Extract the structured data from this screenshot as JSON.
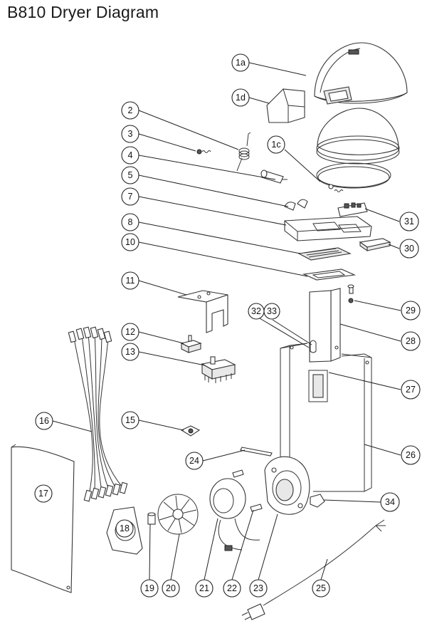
{
  "title": "B810 Dryer Diagram",
  "callouts": [
    {
      "id": "1a",
      "label": "1a",
      "part": "dome-cover"
    },
    {
      "id": "1d",
      "label": "1d",
      "part": "vent-hood"
    },
    {
      "id": "2",
      "label": "2",
      "part": "torsion-spring"
    },
    {
      "id": "3",
      "label": "3",
      "part": "screw"
    },
    {
      "id": "4",
      "label": "4",
      "part": "hinge-pin"
    },
    {
      "id": "1c",
      "label": "1c",
      "part": "dome-ring"
    },
    {
      "id": "5",
      "label": "5",
      "part": "knobs"
    },
    {
      "id": "7",
      "label": "7",
      "part": "top-panel"
    },
    {
      "id": "31",
      "label": "31",
      "part": "switch-block"
    },
    {
      "id": "8",
      "label": "8",
      "part": "label-plate"
    },
    {
      "id": "30",
      "label": "30",
      "part": "foam-pad"
    },
    {
      "id": "10",
      "label": "10",
      "part": "bracket-plate"
    },
    {
      "id": "11",
      "label": "11",
      "part": "mounting-bracket"
    },
    {
      "id": "29",
      "label": "29",
      "part": "bolt-and-nut"
    },
    {
      "id": "32",
      "label": "32",
      "part": "clip"
    },
    {
      "id": "33",
      "label": "33",
      "part": "thermal-fuse"
    },
    {
      "id": "28",
      "label": "28",
      "part": "column"
    },
    {
      "id": "12",
      "label": "12",
      "part": "thermostat"
    },
    {
      "id": "13",
      "label": "13",
      "part": "timer"
    },
    {
      "id": "27",
      "label": "27",
      "part": "back-frame"
    },
    {
      "id": "16",
      "label": "16",
      "part": "wire-harness"
    },
    {
      "id": "15",
      "label": "15",
      "part": "terminal"
    },
    {
      "id": "24",
      "label": "24",
      "part": "heating-element"
    },
    {
      "id": "26",
      "label": "26",
      "part": "housing"
    },
    {
      "id": "17",
      "label": "17",
      "part": "front-panel"
    },
    {
      "id": "34",
      "label": "34",
      "part": "strain-relief"
    },
    {
      "id": "18",
      "label": "18",
      "part": "motor-plate"
    },
    {
      "id": "19",
      "label": "19",
      "part": "spacer"
    },
    {
      "id": "20",
      "label": "20",
      "part": "fan-blade"
    },
    {
      "id": "21",
      "label": "21",
      "part": "motor"
    },
    {
      "id": "22",
      "label": "22",
      "part": "capacitor"
    },
    {
      "id": "23",
      "label": "23",
      "part": "fan-housing"
    },
    {
      "id": "25",
      "label": "25",
      "part": "power-cord"
    }
  ]
}
